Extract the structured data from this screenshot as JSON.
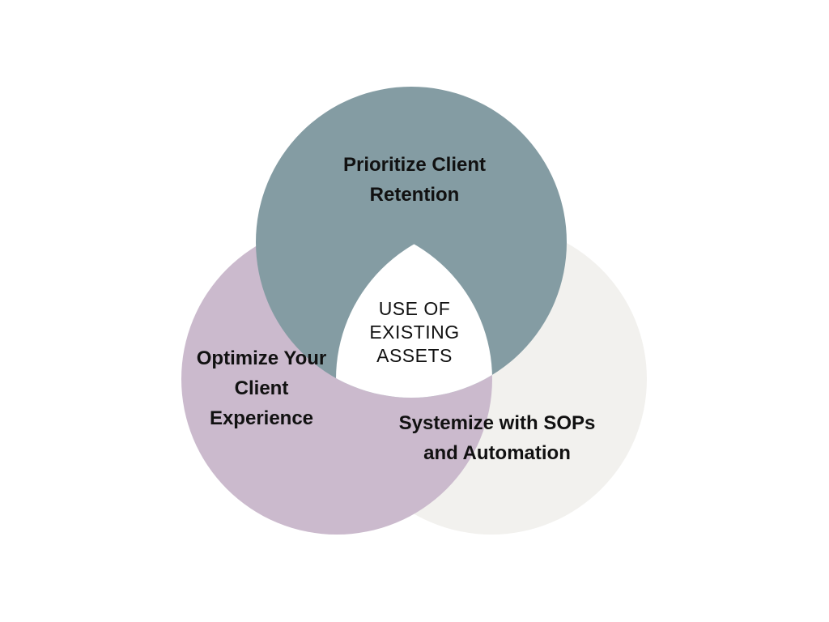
{
  "diagram": {
    "type": "three-circle venn",
    "colors": {
      "background": "#ffffff",
      "top_circle": "#849ca3",
      "left_circle": "#cbbacd",
      "right_circle": "#f2f1ee",
      "center": "#ffffff",
      "text": "#111111"
    },
    "top": {
      "line1": "Prioritize Client",
      "line2": "Retention"
    },
    "left": {
      "line1": "Optimize Your",
      "line2": "Client",
      "line3": "Experience"
    },
    "right": {
      "line1": "Systemize with SOPs",
      "line2": "and Automation"
    },
    "center": {
      "line1": "USE OF",
      "line2": "EXISTING",
      "line3": "ASSETS"
    }
  }
}
